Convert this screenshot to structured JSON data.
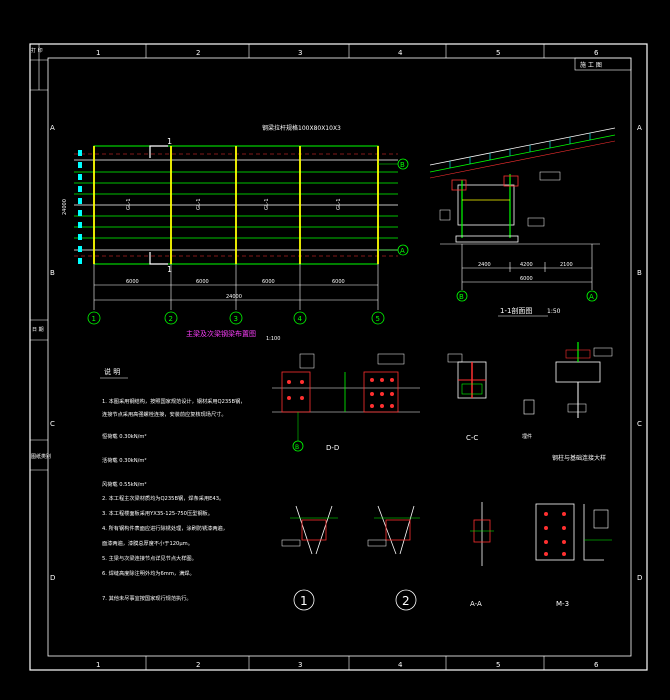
{
  "sheet": {
    "grid_columns": [
      "1",
      "2",
      "3",
      "4",
      "5",
      "6"
    ],
    "grid_rows": [
      "A",
      "B",
      "C",
      "D"
    ],
    "left_strip": [
      "打 印",
      "日 期",
      "图纸类别"
    ],
    "title_block_right": "施 工 图"
  },
  "plan": {
    "top_label": "钢梁拉杆规格100X80X10X3",
    "section_mark": "1",
    "axes_bottom": [
      "1",
      "2",
      "3",
      "4",
      "5"
    ],
    "axes_right": [
      "B",
      "A"
    ],
    "dims_bottom": [
      "6000",
      "6000",
      "6000",
      "6000"
    ],
    "dim_total": "24000",
    "title": "主梁及次梁钢梁布置图",
    "scale": "1:100"
  },
  "section": {
    "title": "1-1剖面图",
    "scale": "1:50",
    "axes": [
      "B",
      "A"
    ],
    "dims": [
      "2400",
      "4200",
      "2100",
      "6000"
    ]
  },
  "notes": {
    "heading": "说 明",
    "lines": [
      "1. 本图采用钢结构，按照国家规范设计，钢材采用Q235B钢，",
      "   连接节点采用高强螺栓连接，安装前应复核现场尺寸。",
      "   恒荷载  0.30kN/m²",
      "   活荷载  0.30kN/m²",
      "   风荷载  0.55kN/m²",
      "2. 本工程主次梁材质均为Q235B钢，焊条采用E43。",
      "3. 本工程楼面板采用YX35-125-750压型钢板。",
      "4. 所有钢构件表面应进行除锈处理，涂刷防锈漆两遍，",
      "   面漆两遍，漆膜总厚度不小于120μm。",
      "5. 主梁与次梁连接节点详见节点大样图。",
      "6. 焊缝高度除注明外均为6mm，满焊。",
      "7. 其他未尽事宜按国家现行规范执行。"
    ]
  },
  "details": {
    "d1_label": "D-D",
    "d2_label": "C-C",
    "d3_label": "A-A",
    "d4_label": "M-3",
    "d5_label": "钢柱与基础连接大样",
    "node1": "1",
    "node2": "2",
    "small_label": "埋件"
  },
  "colors": {
    "frame": "#ffffff",
    "green": "#00ff00",
    "cyan": "#00ffff",
    "red": "#ff3030",
    "magenta": "#ff40ff",
    "yellow": "#ffff00",
    "white": "#ffffff"
  }
}
